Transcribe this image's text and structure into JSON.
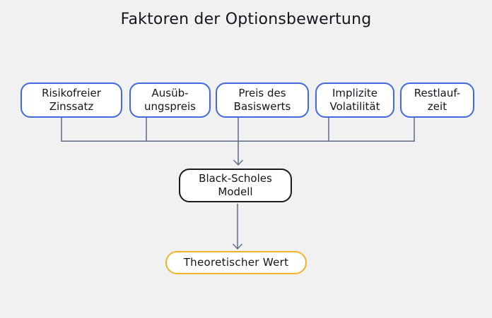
{
  "title": "Faktoren der Optionsbewertung",
  "colors": {
    "background": "#f1f1f2",
    "factor_border": "#4169e1",
    "model_border": "#191922",
    "result_border": "#f0b429",
    "connector": "#64748b",
    "text": "#15151e",
    "node_fill": "#ffffff"
  },
  "factors": [
    {
      "lines": [
        "Risikofreier",
        "Zinssatz"
      ]
    },
    {
      "lines": [
        "Ausüb-",
        "ungspreis"
      ]
    },
    {
      "lines": [
        "Preis des",
        "Basiswerts"
      ]
    },
    {
      "lines": [
        "Implizite",
        "Volatilität"
      ]
    },
    {
      "lines": [
        "Restlauf-",
        "zeit"
      ]
    }
  ],
  "model": {
    "lines": [
      "Black-Scholes",
      "Modell"
    ]
  },
  "result": {
    "label": "Theoretischer Wert"
  }
}
